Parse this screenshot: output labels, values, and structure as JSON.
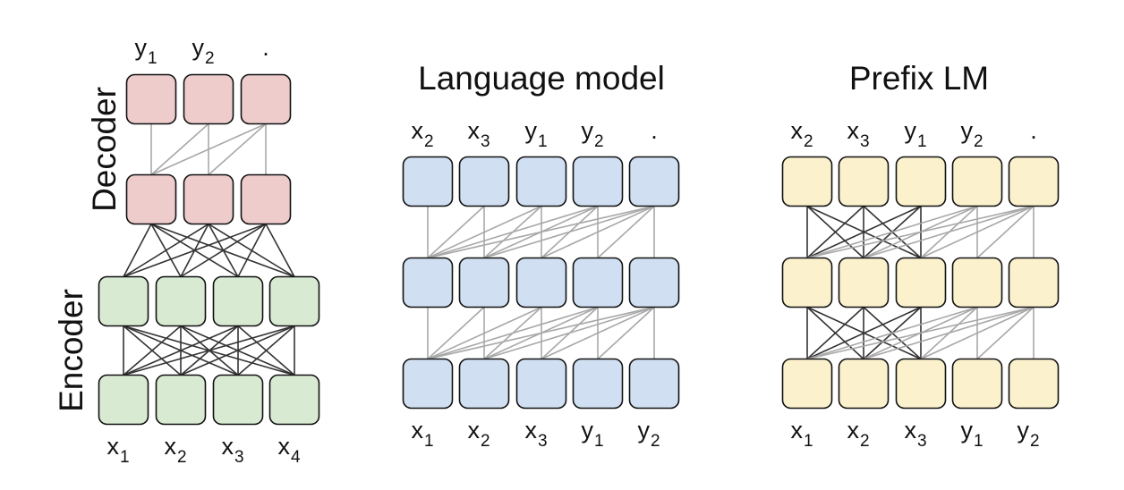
{
  "encoder_decoder": {
    "decoder_label": "Decoder",
    "encoder_label": "Encoder",
    "outputs": [
      {
        "base": "y",
        "sub": "1"
      },
      {
        "base": "y",
        "sub": "2"
      },
      {
        "base": ".",
        "sub": ""
      }
    ],
    "inputs": [
      {
        "base": "x",
        "sub": "1"
      },
      {
        "base": "x",
        "sub": "2"
      },
      {
        "base": "x",
        "sub": "3"
      },
      {
        "base": "x",
        "sub": "4"
      }
    ],
    "decoder_color": "#eecccc",
    "encoder_color": "#d9ead3"
  },
  "language_model": {
    "title": "Language model",
    "outputs": [
      {
        "base": "x",
        "sub": "2"
      },
      {
        "base": "x",
        "sub": "3"
      },
      {
        "base": "y",
        "sub": "1"
      },
      {
        "base": "y",
        "sub": "2"
      },
      {
        "base": ".",
        "sub": ""
      }
    ],
    "inputs": [
      {
        "base": "x",
        "sub": "1"
      },
      {
        "base": "x",
        "sub": "2"
      },
      {
        "base": "x",
        "sub": "3"
      },
      {
        "base": "y",
        "sub": "1"
      },
      {
        "base": "y",
        "sub": "2"
      }
    ],
    "layers": 3,
    "color": "#d0e0f2"
  },
  "prefix_lm": {
    "title": "Prefix LM",
    "outputs": [
      {
        "base": "x",
        "sub": "2"
      },
      {
        "base": "x",
        "sub": "3"
      },
      {
        "base": "y",
        "sub": "1"
      },
      {
        "base": "y",
        "sub": "2"
      },
      {
        "base": ".",
        "sub": ""
      }
    ],
    "inputs": [
      {
        "base": "x",
        "sub": "1"
      },
      {
        "base": "x",
        "sub": "2"
      },
      {
        "base": "x",
        "sub": "3"
      },
      {
        "base": "y",
        "sub": "1"
      },
      {
        "base": "y",
        "sub": "2"
      }
    ],
    "prefix_length": 3,
    "layers": 3,
    "color": "#fbf1cc"
  },
  "colors": {
    "dark_edge": "#333333",
    "light_edge": "#a8a8a8",
    "node_border": "#111111"
  }
}
